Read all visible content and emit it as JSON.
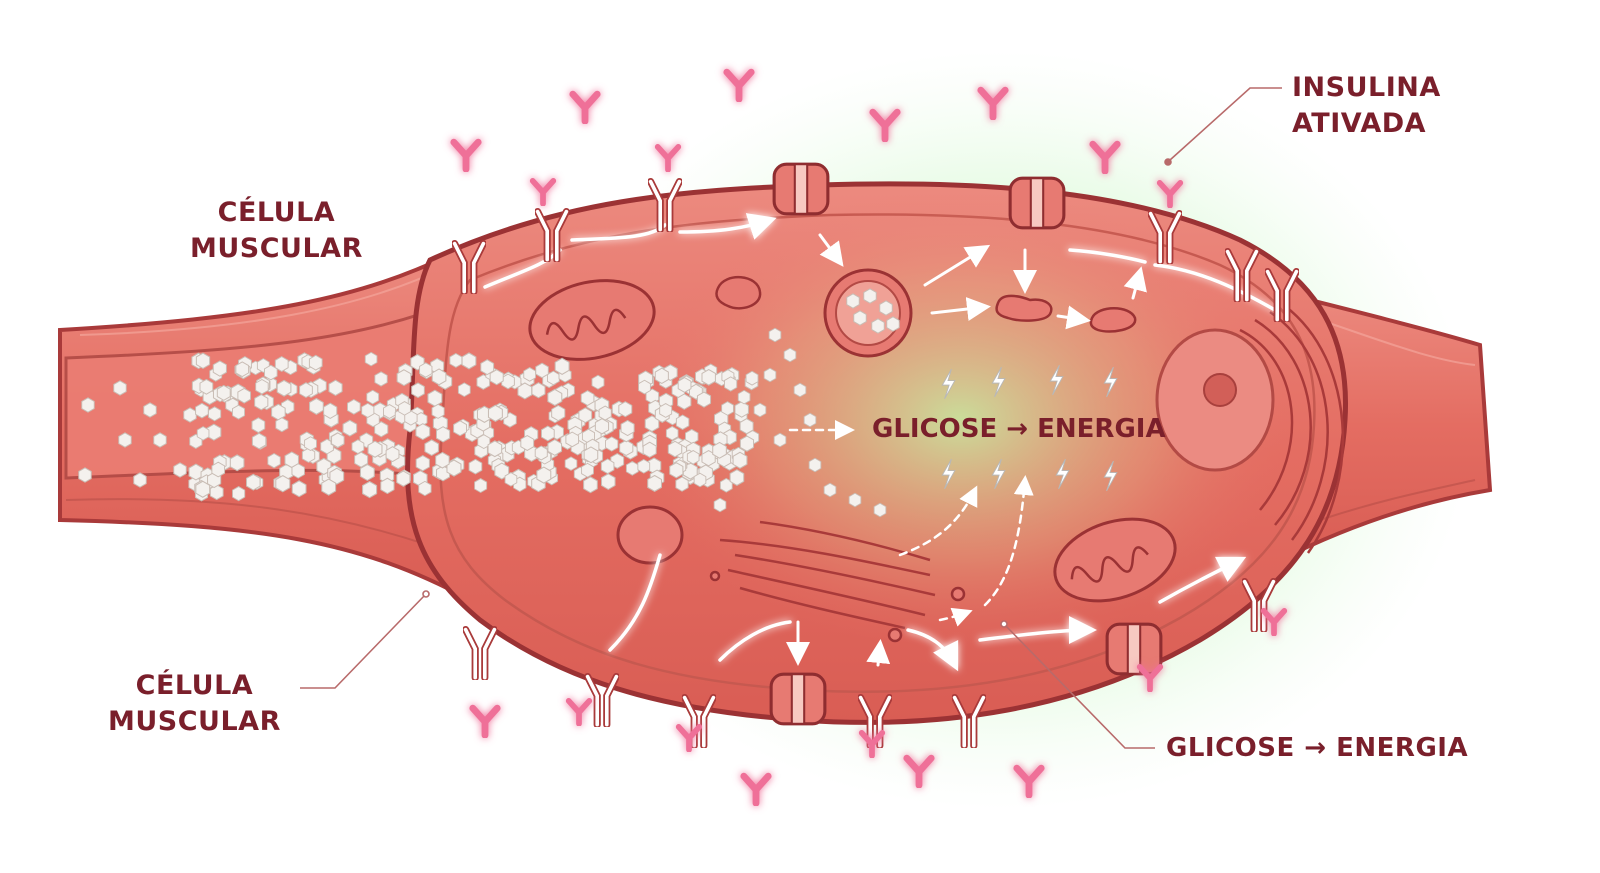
{
  "labels": {
    "muscle_cell_top": {
      "line1": "CÉLULA",
      "line2": "MUSCULAR"
    },
    "muscle_cell_bottom": {
      "line1": "CÉLULA",
      "line2": "MUSCULAR"
    },
    "insulin": {
      "line1": "INSULINA",
      "line2": "ATIVADA"
    },
    "center": "GLICOSE → ENERGIA",
    "bottom_right": "GLICOSE → ENERGIA"
  },
  "colors": {
    "cell_fill": "#e9756b",
    "cell_outline": "#a93a3a",
    "label_text": "#7a1f2b",
    "insulin_pink": "#ef6f98",
    "energy_glow": "#7df07a",
    "glucose_white": "#f4f1ee"
  }
}
